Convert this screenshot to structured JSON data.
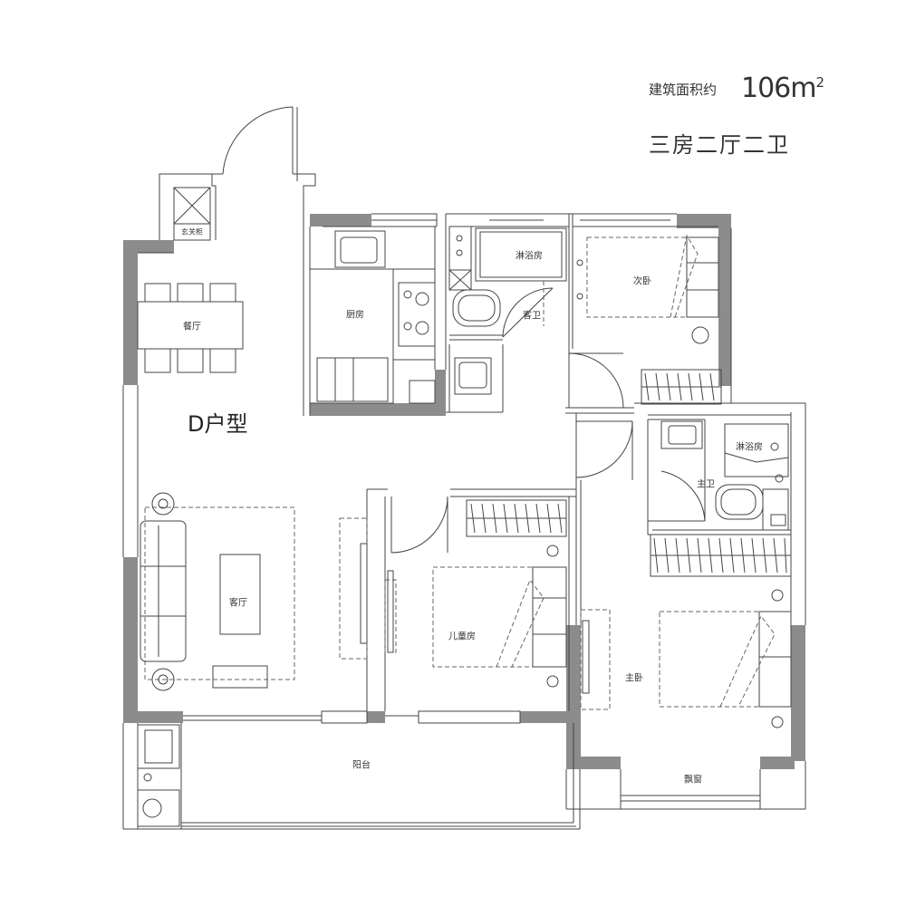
{
  "header": {
    "area_label": "建筑面积约",
    "area_value": "106",
    "area_unit": "m",
    "area_sup": "2",
    "layout": "三房二厅二卫"
  },
  "unit_type": "D户型",
  "rooms": {
    "entry_cabinet": "玄关柜",
    "dining": "餐厅",
    "kitchen": "厨房",
    "shower_guest": "淋浴房",
    "guest_bath": "客卫",
    "second_bedroom": "次卧",
    "shower_master": "淋浴房",
    "master_bath": "主卫",
    "living": "客厅",
    "kids_room": "儿童房",
    "master_bedroom": "主卧",
    "balcony": "阳台",
    "bay_window": "飘窗"
  },
  "colors": {
    "wall": "#8c8c8c",
    "line": "#444444",
    "dash": "#666666"
  }
}
